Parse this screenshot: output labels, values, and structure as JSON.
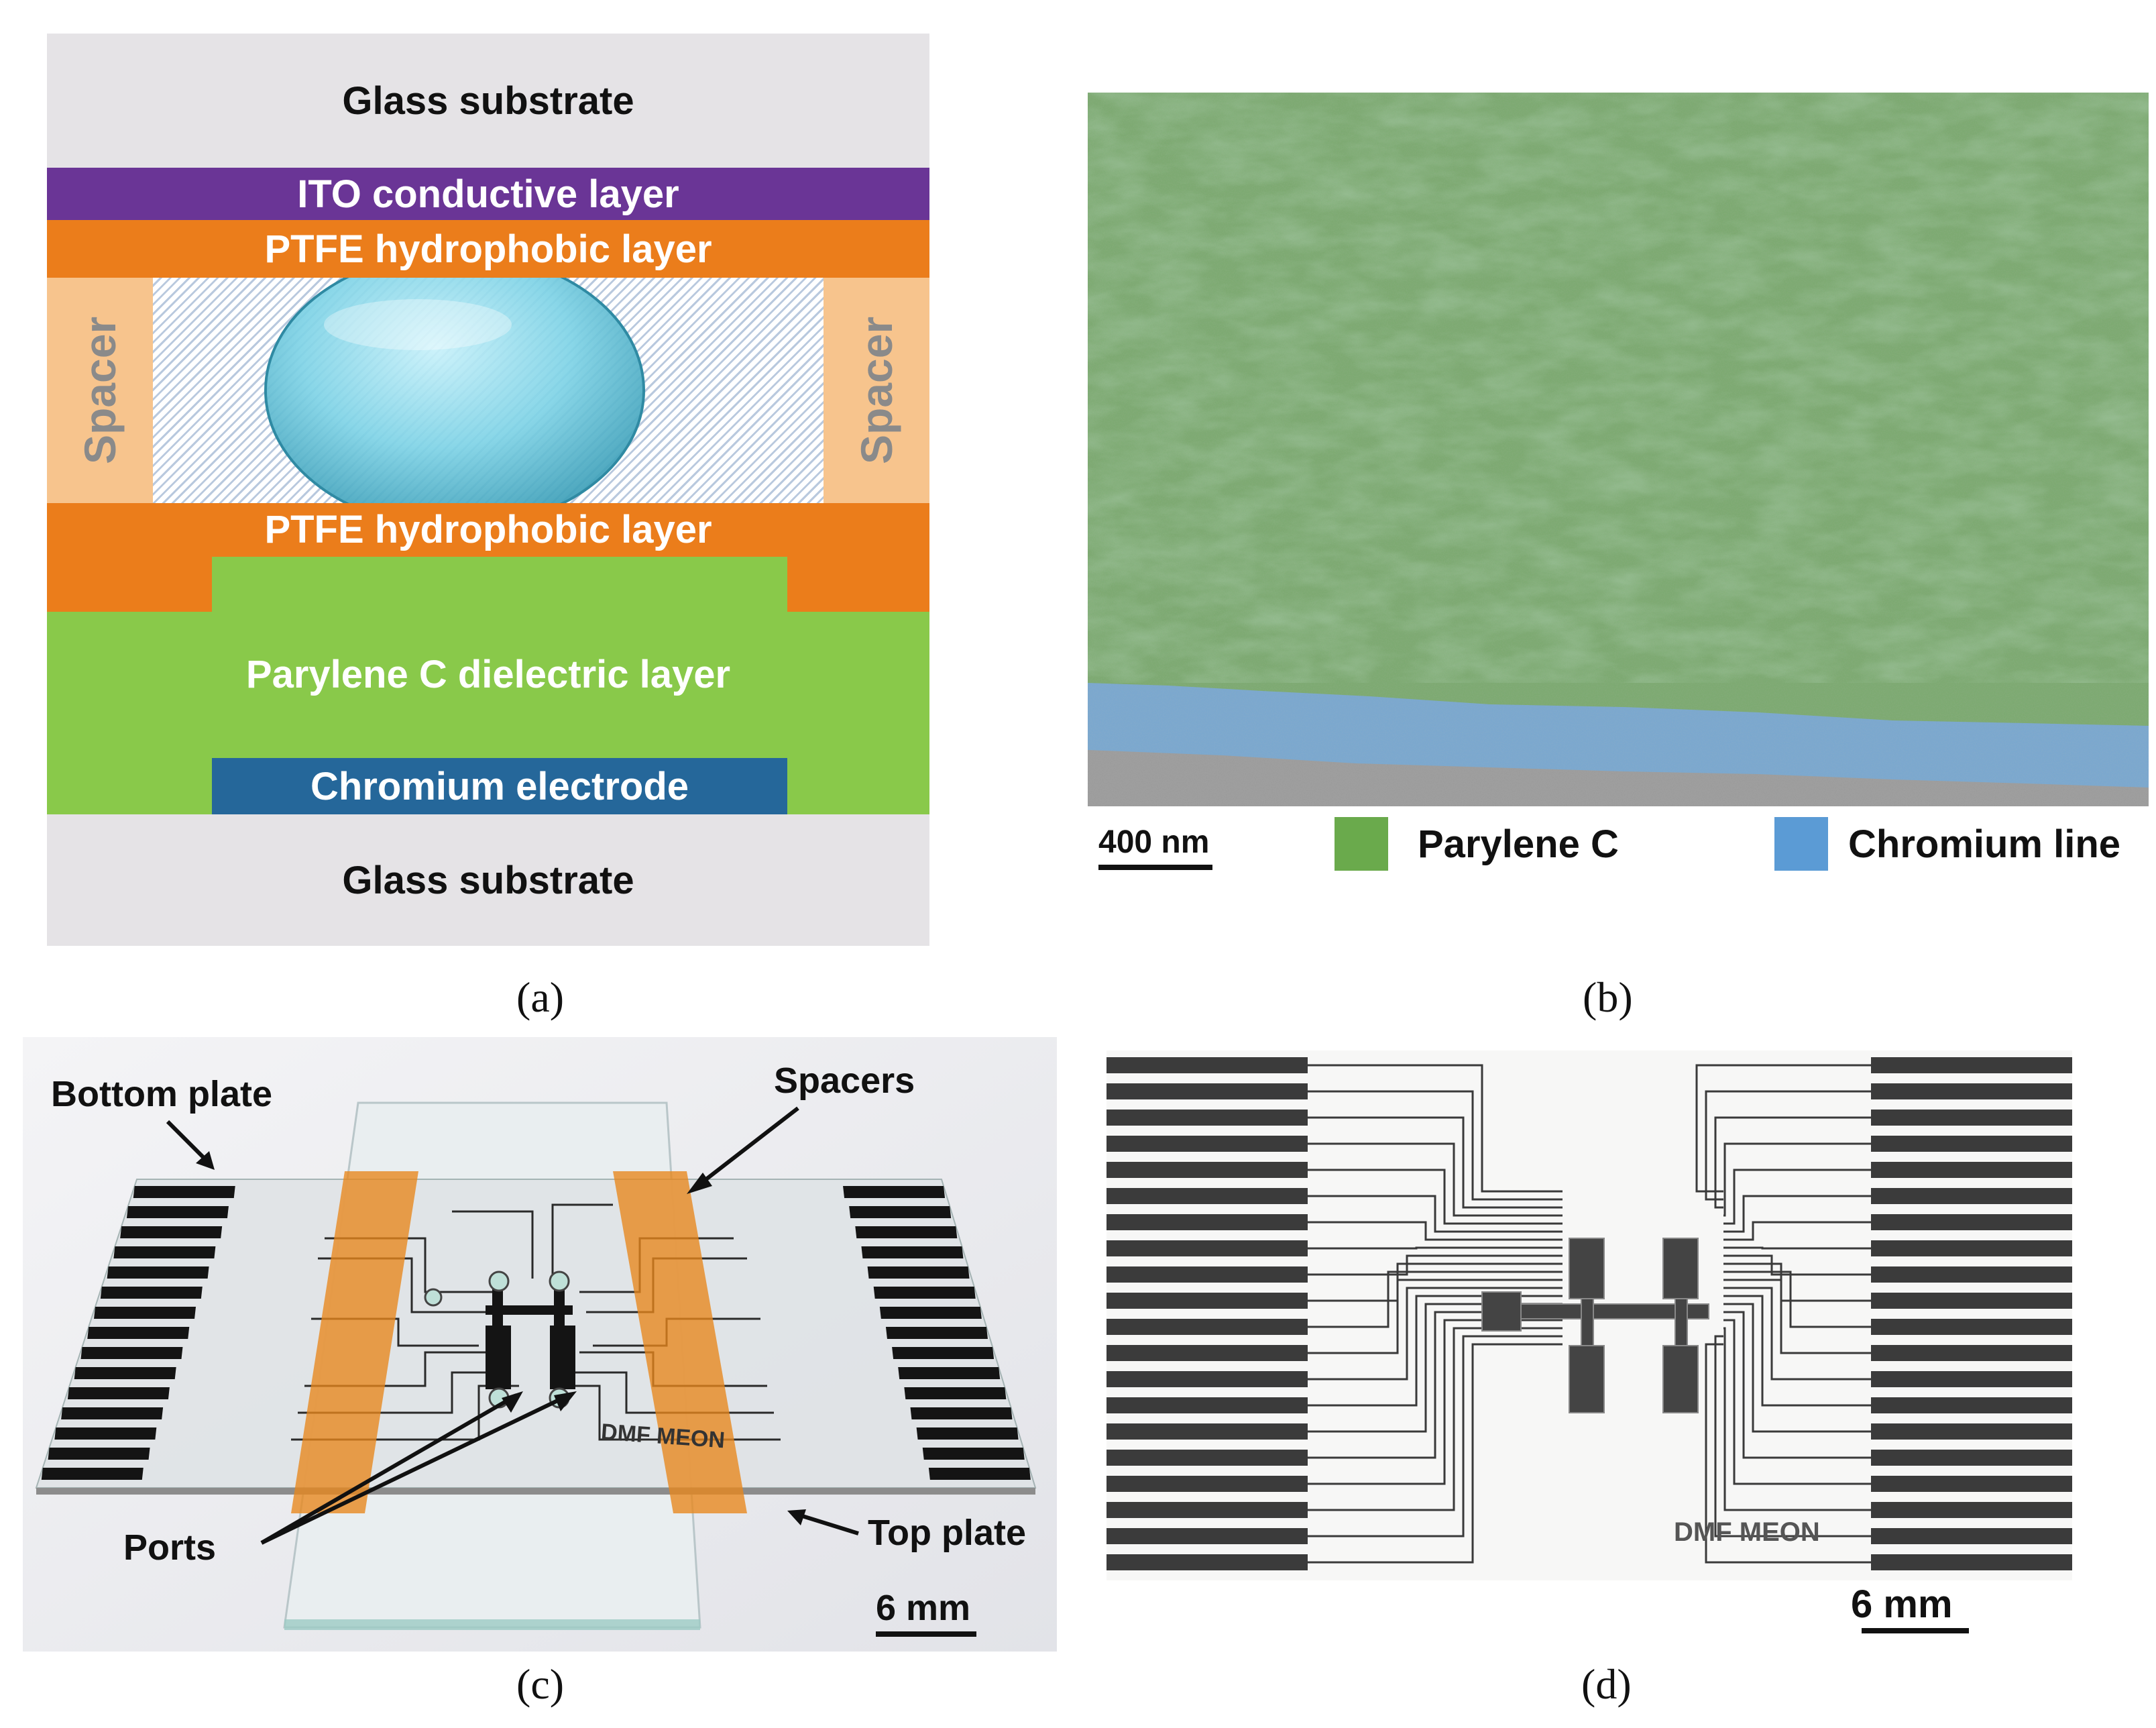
{
  "panel_a": {
    "caption": "(a)",
    "glass_top": "Glass substrate",
    "ito": "ITO conductive layer",
    "ptfe_top": "PTFE hydrophobic layer",
    "spacer_left": "Spacer",
    "spacer_right": "Spacer",
    "ptfe_bottom": "PTFE hydrophobic layer",
    "parylene": "Parylene C dielectric layer",
    "chromium": "Chromium electrode",
    "glass_bottom": "Glass substrate",
    "colors": {
      "glass": "#e5e3e6",
      "ito": "#6a3596",
      "ptfe": "#eb7d1b",
      "spacer": "#f7c48d",
      "parylene": "#89c94a",
      "chromium": "#25679a",
      "droplet": "#7fd3e6"
    }
  },
  "panel_b": {
    "caption": "(b)",
    "scale_bar": "400 nm",
    "legend": [
      {
        "label": "Parylene C",
        "color": "#6aaa4c"
      },
      {
        "label": "Chromium line",
        "color": "#5b9bd5"
      }
    ]
  },
  "panel_c": {
    "caption": "(c)",
    "bottom_plate": "Bottom plate",
    "spacers": "Spacers",
    "ports": "Ports",
    "top_plate": "Top plate",
    "device_text": "DMF MEON",
    "scale_bar": "6 mm"
  },
  "panel_d": {
    "caption": "(d)",
    "device_text": "DMF MEON",
    "scale_bar": "6 mm"
  }
}
